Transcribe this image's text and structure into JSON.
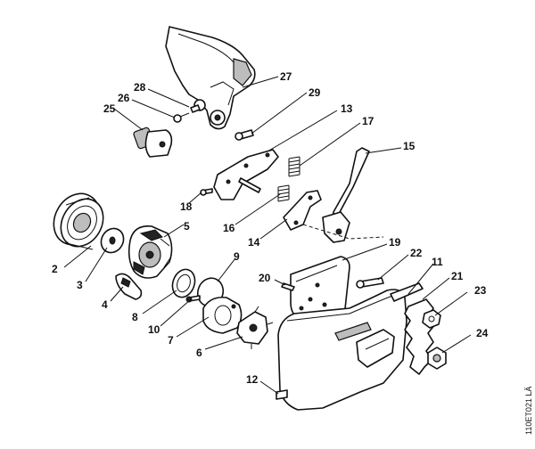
{
  "drawing_code": "110ET021 LÄ",
  "callouts": {
    "c2": "2",
    "c3": "3",
    "c4": "4",
    "c5": "5",
    "c6": "6",
    "c7": "7",
    "c8": "8",
    "c9": "9",
    "c10": "10",
    "c11": "11",
    "c12": "12",
    "c13": "13",
    "c14": "14",
    "c15": "15",
    "c16": "16",
    "c17": "17",
    "c18": "18",
    "c19": "19",
    "c20": "20",
    "c21": "21",
    "c22": "22",
    "c23": "23",
    "c24": "24",
    "c25": "25",
    "c26": "26",
    "c27": "27",
    "c28": "28",
    "c29": "29"
  }
}
